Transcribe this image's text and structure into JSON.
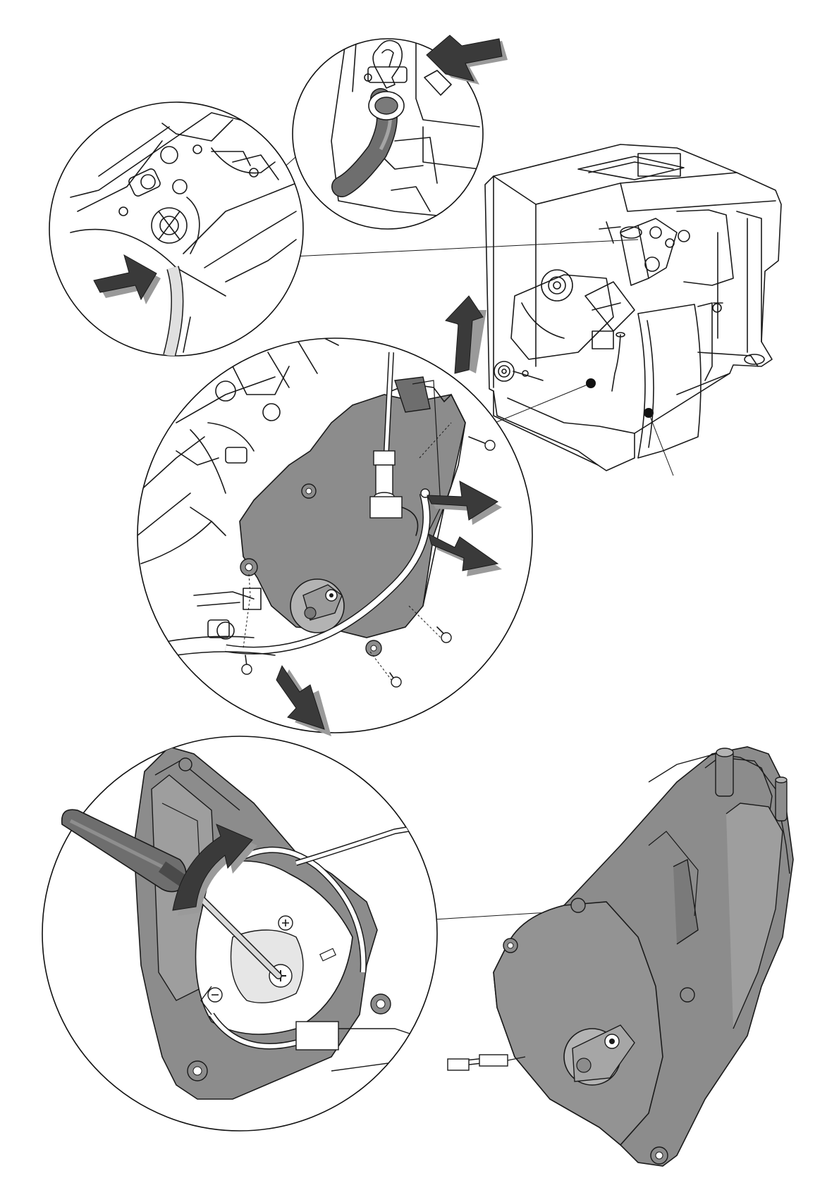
{
  "figure": {
    "kind": "disassembly-illustration",
    "text_labels": [],
    "colors": {
      "line": "#1a1a1a",
      "part_fill": "#8c8c8c",
      "part_fill_dark": "#6e6e6e",
      "part_fill_light": "#b3b3b3",
      "arrow": "#3a3a3a",
      "arrow_shadow": "#9a9a9a",
      "background": "#ffffff"
    },
    "callouts": [
      {
        "name": "clip-removal-detail",
        "icon": "push-arrow-icon"
      },
      {
        "name": "wire-connector-detail",
        "icon": "push-arrow-icon"
      },
      {
        "name": "gear-motor-unit-detail",
        "icon": "pull-arrow-icon"
      },
      {
        "name": "cam-screw-detail",
        "icon": "rotate-arrow-icon"
      }
    ]
  }
}
